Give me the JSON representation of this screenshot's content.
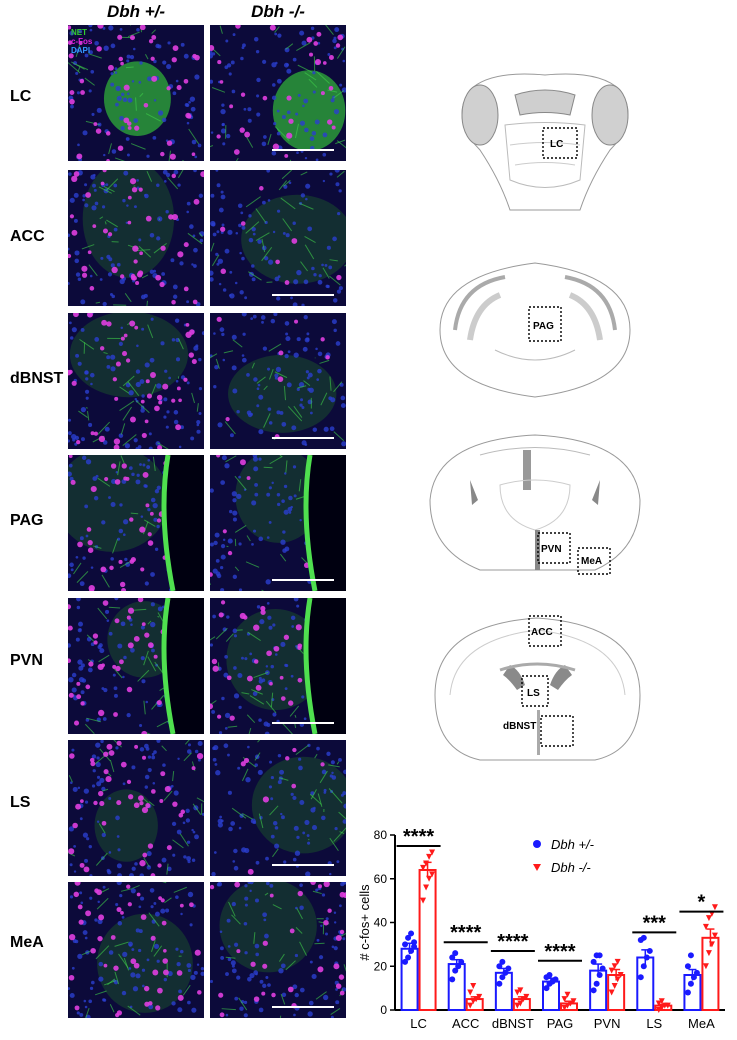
{
  "columns": [
    "Dbh +/-",
    "Dbh -/-"
  ],
  "stain_legend": [
    {
      "text": "NET",
      "color": "#33cc33"
    },
    {
      "text": "c-Fos",
      "color": "#e020e0"
    },
    {
      "text": "DAPI",
      "color": "#3399ff"
    }
  ],
  "rows": [
    "LC",
    "ACC",
    "dBNST",
    "PAG",
    "PVN",
    "LS",
    "MeA"
  ],
  "atlas_regions": [
    "LC",
    "PAG",
    "PVN",
    "MeA",
    "ACC",
    "LS",
    "dBNST"
  ],
  "colors": {
    "het": "#1a1aff",
    "ko": "#ff1a1a"
  },
  "chart_data": {
    "type": "bar",
    "categories": [
      "LC",
      "ACC",
      "dBNST",
      "PAG",
      "PVN",
      "LS",
      "MeA"
    ],
    "ylabel": "# c-fos+ cells",
    "ylim": [
      0,
      80
    ],
    "yticks": [
      0,
      20,
      40,
      60,
      80
    ],
    "legend_position": "top-right",
    "series": [
      {
        "name": "Dbh +/-",
        "marker": "circle",
        "values": [
          28,
          21,
          17,
          13,
          18,
          24,
          16
        ],
        "sem": [
          2.5,
          2,
          2,
          1.5,
          3,
          3.5,
          2.5
        ],
        "points": [
          [
            22,
            24,
            27,
            29,
            30,
            33,
            35,
            31
          ],
          [
            14,
            18,
            20,
            22,
            24,
            26
          ],
          [
            12,
            15,
            17,
            19,
            20,
            22
          ],
          [
            10,
            12,
            13,
            14,
            15,
            16
          ],
          [
            9,
            12,
            16,
            19,
            22,
            25,
            25
          ],
          [
            15,
            20,
            24,
            27,
            32,
            33
          ],
          [
            8,
            12,
            15,
            17,
            20,
            25
          ]
        ]
      },
      {
        "name": "Dbh -/-",
        "marker": "triangle",
        "values": [
          64,
          5,
          5,
          3,
          16,
          2,
          33
        ],
        "sem": [
          3.5,
          1,
          1,
          1,
          2.5,
          0.5,
          4
        ],
        "points": [
          [
            50,
            56,
            60,
            62,
            65,
            67,
            70,
            72
          ],
          [
            2,
            4,
            5,
            6,
            8,
            11
          ],
          [
            2,
            3,
            5,
            6,
            8,
            9
          ],
          [
            1,
            2,
            3,
            4,
            5,
            7
          ],
          [
            8,
            11,
            14,
            16,
            18,
            20,
            22
          ],
          [
            0,
            1,
            2,
            2,
            3,
            4
          ],
          [
            20,
            26,
            30,
            34,
            38,
            42,
            44,
            47
          ]
        ]
      }
    ],
    "significance": [
      "****",
      "****",
      "****",
      "****",
      "",
      "***",
      "*"
    ]
  }
}
